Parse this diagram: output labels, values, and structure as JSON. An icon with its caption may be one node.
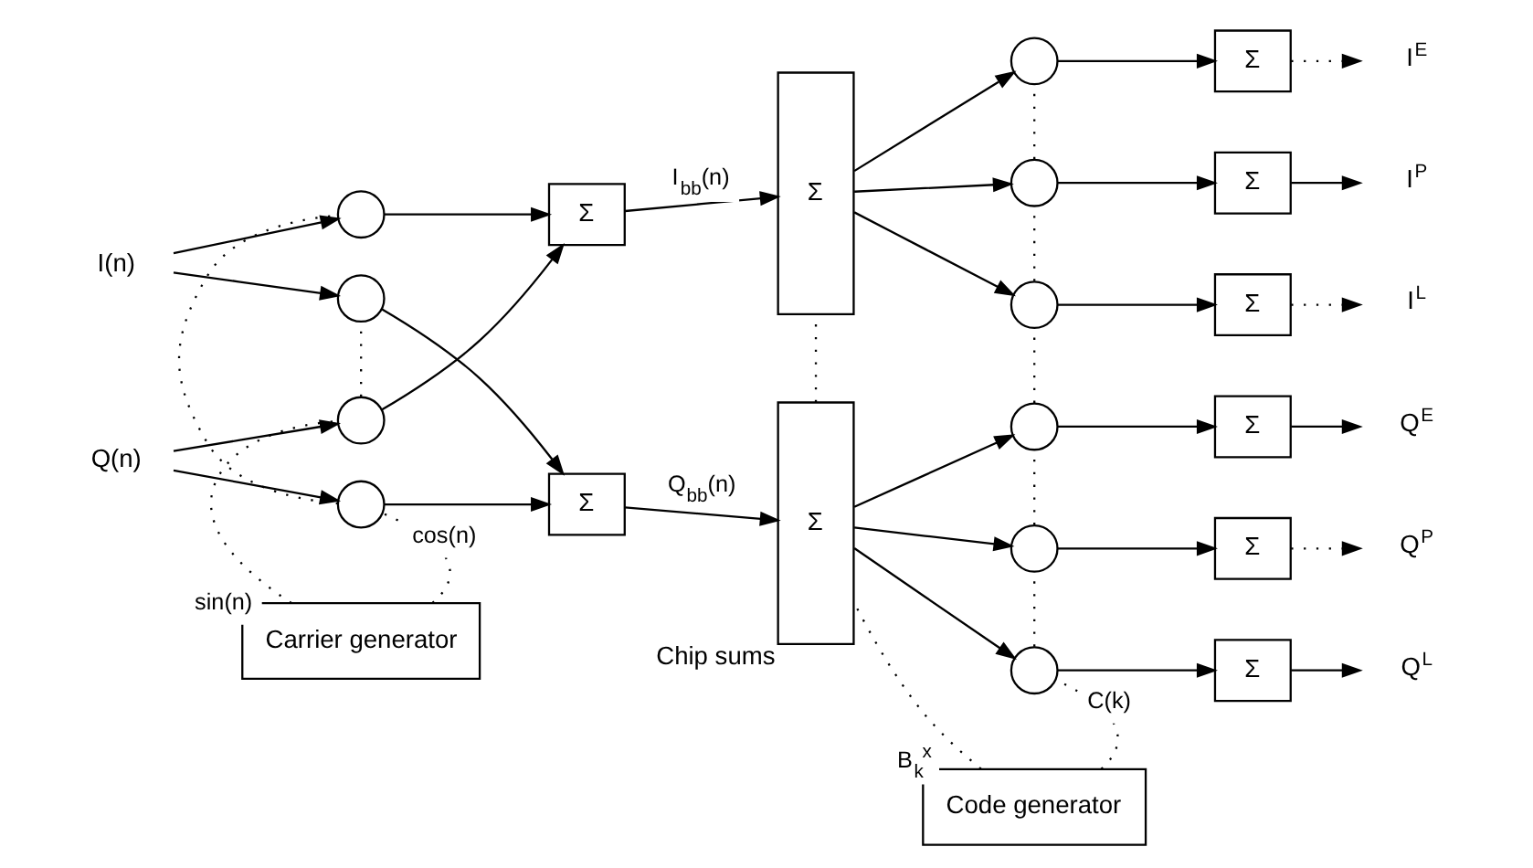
{
  "diagram": {
    "nodes": [
      {
        "text": [
          "I(n)"
        ]
      },
      {
        "text": [
          "Q(n)"
        ]
      },
      {
        "text": [],
        "shape": "circle"
      },
      {
        "text": [],
        "shape": "circle"
      },
      {
        "text": [],
        "shape": "circle"
      },
      {
        "text": [],
        "shape": "circle"
      },
      {
        "text": [
          "Σ"
        ]
      },
      {
        "text": [
          "Σ"
        ]
      },
      {
        "text": [
          "Σ"
        ]
      },
      {
        "text": [
          "Σ"
        ],
        "beside": [
          "Chip sums"
        ]
      },
      {
        "text": [],
        "shape": "circle"
      },
      {
        "text": [],
        "shape": "circle"
      },
      {
        "text": [],
        "shape": "circle"
      },
      {
        "text": [],
        "shape": "circle"
      },
      {
        "text": [],
        "shape": "circle"
      },
      {
        "text": [],
        "shape": "circle"
      },
      {
        "text": [
          "Σ"
        ]
      },
      {
        "text": [
          "Σ"
        ]
      },
      {
        "text": [
          "Σ"
        ]
      },
      {
        "text": [
          "Σ"
        ]
      },
      {
        "text": [
          "Σ"
        ]
      },
      {
        "text": [
          "Σ"
        ]
      },
      {
        "text": [
          "I$^{E}$"
        ]
      },
      {
        "text": [
          "I$^{P}$"
        ]
      },
      {
        "text": [
          "I$^{L}$"
        ]
      },
      {
        "text": [
          "Q$^{E}$"
        ]
      },
      {
        "text": [
          "Q$^{P}$"
        ]
      },
      {
        "text": [
          "Q$^{L}$"
        ]
      },
      {
        "text": [
          "Carrier generator"
        ]
      },
      {
        "text": [
          "Code generator"
        ]
      }
    ],
    "edges": [
      {
        "from": 0,
        "to": 2,
        "arrow": "to"
      },
      {
        "from": 0,
        "to": 3,
        "arrow": "to"
      },
      {
        "from": 1,
        "to": 4,
        "arrow": "to"
      },
      {
        "from": 1,
        "to": 5,
        "arrow": "to"
      },
      {
        "from": 2,
        "to": 6,
        "arrow": "to"
      },
      {
        "from": 3,
        "to": 7,
        "arrow": "to"
      },
      {
        "from": 4,
        "to": 6,
        "arrow": "to"
      },
      {
        "from": 5,
        "to": 7,
        "arrow": "to"
      },
      {
        "from": 6,
        "to": 8,
        "arrow": "to",
        "label": "I$_{bb}$(n)"
      },
      {
        "from": 7,
        "to": 9,
        "arrow": "to",
        "label": "Q$_{bb}$(n)"
      },
      {
        "from": 8,
        "to": 10,
        "arrow": "to"
      },
      {
        "from": 8,
        "to": 11,
        "arrow": "to"
      },
      {
        "from": 8,
        "to": 12,
        "arrow": "to"
      },
      {
        "from": 9,
        "to": 13,
        "arrow": "to"
      },
      {
        "from": 9,
        "to": 14,
        "arrow": "to"
      },
      {
        "from": 9,
        "to": 15,
        "arrow": "to"
      },
      {
        "from": 10,
        "to": 16,
        "arrow": "to"
      },
      {
        "from": 11,
        "to": 17,
        "arrow": "to"
      },
      {
        "from": 12,
        "to": 18,
        "arrow": "to"
      },
      {
        "from": 13,
        "to": 19,
        "arrow": "to"
      },
      {
        "from": 14,
        "to": 20,
        "arrow": "to"
      },
      {
        "from": 15,
        "to": 21,
        "arrow": "to"
      },
      {
        "from": 16,
        "to": 22,
        "arrow": "to",
        "style": "dashed"
      },
      {
        "from": 17,
        "to": 23,
        "arrow": "to"
      },
      {
        "from": 18,
        "to": 24,
        "arrow": "to",
        "style": "dashed"
      },
      {
        "from": 19,
        "to": 25,
        "arrow": "to"
      },
      {
        "from": 20,
        "to": 26,
        "arrow": "to",
        "style": "dashed"
      },
      {
        "from": 21,
        "to": 27,
        "arrow": "to"
      },
      {
        "from": 28,
        "to": 4,
        "arrow": "none",
        "style": "dashed",
        "label": "sin(n)"
      },
      {
        "from": 4,
        "to": 3,
        "arrow": "none",
        "style": "dashed"
      },
      {
        "from": 28,
        "to": 5,
        "arrow": "none",
        "style": "dashed",
        "label": "cos(n)"
      },
      {
        "from": 5,
        "to": 2,
        "arrow": "none",
        "style": "dashed"
      },
      {
        "from": 29,
        "to": 15,
        "arrow": "none",
        "style": "dashed",
        "label": "C(k)"
      },
      {
        "from": 15,
        "to": 14,
        "arrow": "none",
        "style": "dashed"
      },
      {
        "from": 14,
        "to": 13,
        "arrow": "none",
        "style": "dashed"
      },
      {
        "from": 13,
        "to": 12,
        "arrow": "none",
        "style": "dashed"
      },
      {
        "from": 12,
        "to": 11,
        "arrow": "none",
        "style": "dashed"
      },
      {
        "from": 11,
        "to": 10,
        "arrow": "none",
        "style": "dashed"
      },
      {
        "from": 29,
        "to": 9,
        "arrow": "none",
        "style": "dashed",
        "label": "B$_{k}$$^{x}$"
      },
      {
        "from": 9,
        "to": 8,
        "arrow": "none",
        "style": "dashed"
      }
    ]
  }
}
